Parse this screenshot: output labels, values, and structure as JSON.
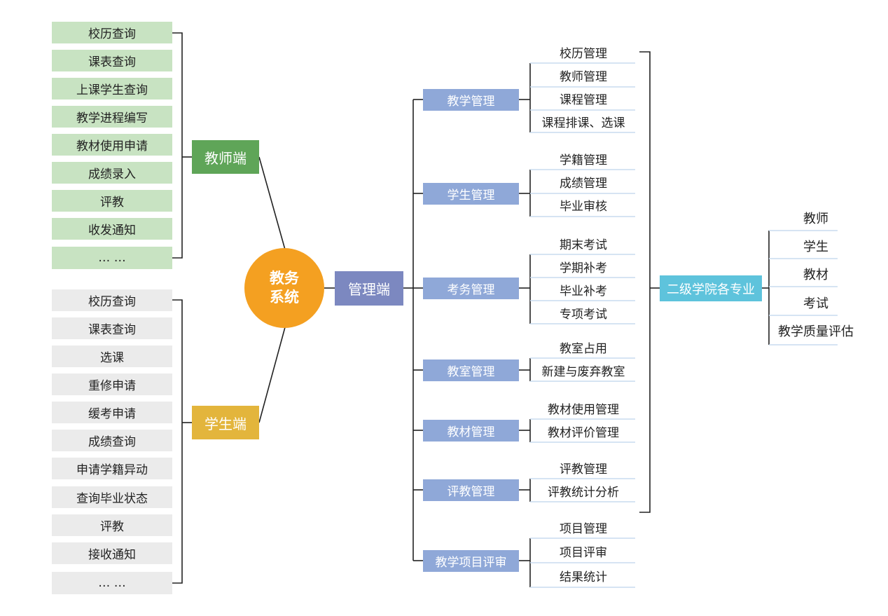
{
  "center": {
    "line1": "教务",
    "line2": "系统"
  },
  "teacher": {
    "label": "教师端",
    "items": [
      "校历查询",
      "课表查询",
      "上课学生查询",
      "教学进程编写",
      "教材使用申请",
      "成绩录入",
      "评教",
      "收发通知",
      "… …"
    ]
  },
  "student": {
    "label": "学生端",
    "items": [
      "校历查询",
      "课表查询",
      "选课",
      "重修申请",
      "缓考申请",
      "成绩查询",
      "申请学籍异动",
      "查询毕业状态",
      "评教",
      "接收通知",
      "… …"
    ]
  },
  "admin": {
    "label": "管理端",
    "groups": [
      {
        "label": "教学管理",
        "items": [
          "校历管理",
          "教师管理",
          "课程管理",
          "课程排课、选课"
        ]
      },
      {
        "label": "学生管理",
        "items": [
          "学籍管理",
          "成绩管理",
          "毕业审核"
        ]
      },
      {
        "label": "考务管理",
        "items": [
          "期末考试",
          "学期补考",
          "毕业补考",
          "专项考试"
        ]
      },
      {
        "label": "教室管理",
        "items": [
          "教室占用",
          "新建与废弃教室"
        ]
      },
      {
        "label": "教材管理",
        "items": [
          "教材使用管理",
          "教材评价管理"
        ]
      },
      {
        "label": "评教管理",
        "items": [
          "评教管理",
          "评教统计分析"
        ]
      },
      {
        "label": "教学项目评审",
        "items": [
          "项目管理",
          "项目评审",
          "结果统计"
        ]
      }
    ]
  },
  "college": {
    "label": "二级学院各专业",
    "items": [
      "教师",
      "学生",
      "教材",
      "考试",
      "教学质量评估"
    ]
  },
  "colors": {
    "center": "#f4a021",
    "teacher": "#5fa558",
    "teacher_item": "#c8e3c2",
    "student": "#e3b53c",
    "student_item": "#ebebeb",
    "admin": "#7c88c0",
    "mgmt": "#8fa8d8",
    "college": "#5ec3dc",
    "line": "#222222"
  }
}
